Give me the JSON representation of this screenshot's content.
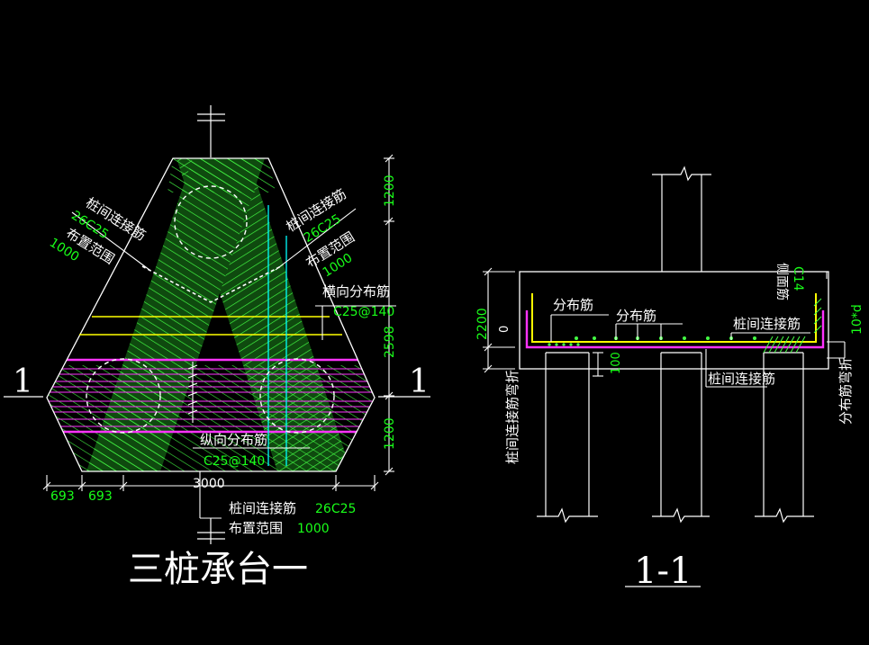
{
  "colors": {
    "background": "#000000",
    "outline": "#ffffff",
    "hatch": "#44ff44",
    "hatch_bg": "#0f4a0f",
    "magenta": "#ff33ff",
    "yellow": "#ffff00",
    "cyan": "#00ffff",
    "green_text": "#19ff19"
  },
  "plan": {
    "title": "三桩承台一",
    "section_mark_left": "1",
    "section_mark_right": "1",
    "left_conn_label": "桩间连接筋",
    "left_conn_value": "26C25",
    "left_range_label": "布置范围",
    "left_range_value": "1000",
    "right_conn_label": "桩间连接筋",
    "right_conn_value": "26C25",
    "right_range_label": "布置范围",
    "right_range_value": "1000",
    "horiz_dist_label": "横向分布筋",
    "horiz_dist_value": "C25@140",
    "vert_dist_label": "纵向分布筋",
    "vert_dist_value": "C25@140",
    "bottom_conn_label": "桩间连接筋",
    "bottom_conn_value": "26C25",
    "bottom_range_label": "布置范围",
    "bottom_range_value": "1000",
    "dim_right": [
      "1200",
      "2598",
      "1200"
    ],
    "dim_bottom_left_1": "693",
    "dim_bottom_left_2": "693",
    "dim_bottom_total": "3000"
  },
  "section": {
    "title": "1-1",
    "dim_height": "2200",
    "dim_zero": "0",
    "dim_100": "100",
    "label_dist1": "分布筋",
    "label_dist2": "分布筋",
    "label_conn": "桩间连接筋",
    "label_conn_bottom": "桩间连接筋",
    "label_side": "侧面筋",
    "label_side_value": "C14",
    "label_10d": "10*d",
    "label_left_vertical": "桩间连接筋弯折",
    "label_right_vertical": "分布筋弯折"
  }
}
